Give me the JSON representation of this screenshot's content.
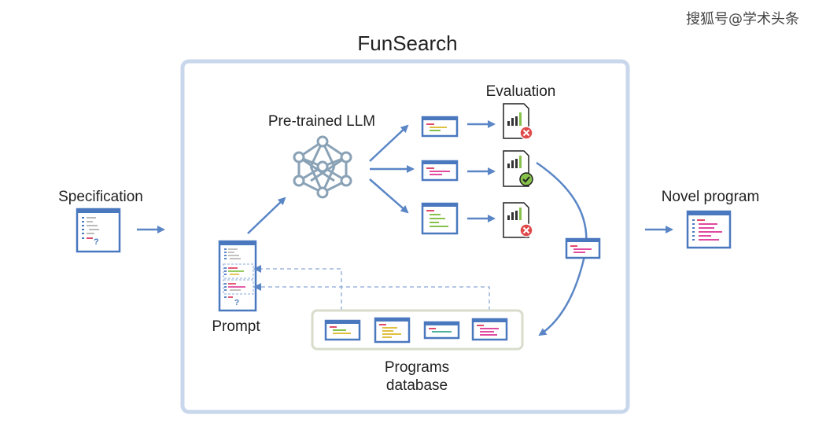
{
  "watermark": "搜狐号@学术头条",
  "title": "FunSearch",
  "labels": {
    "specification": "Specification",
    "specification_mark": "?",
    "pretrained_llm": "Pre-trained LLM",
    "evaluation": "Evaluation",
    "novel_program": "Novel program",
    "prompt": "Prompt",
    "prompt_mark": "?",
    "programs_db_line1": "Programs",
    "programs_db_line2": "database"
  },
  "colors": {
    "frame": "#c9d7ec",
    "accent_blue": "#4a78bf",
    "arrow": "#5a86c6",
    "db_border": "#d8dccb",
    "fail": "#e04a4a",
    "pass": "#86c24a"
  },
  "icons": {
    "llm": "neural-network-icon",
    "eval_fail": "chart-fail-icon",
    "eval_pass": "chart-pass-icon"
  }
}
